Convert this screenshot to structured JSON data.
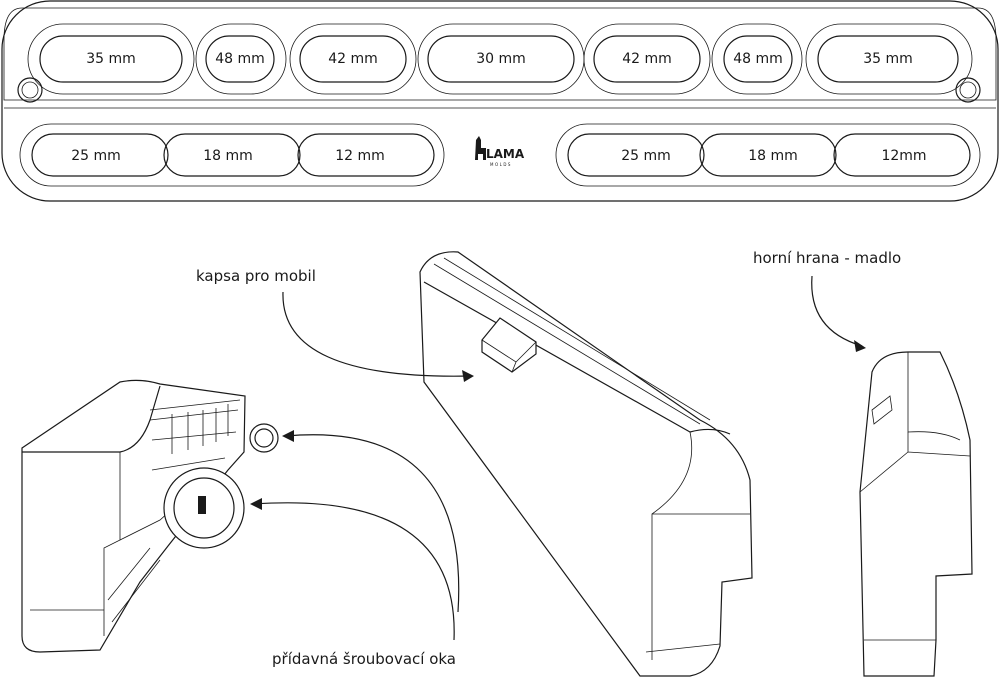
{
  "holder": {
    "top_row": [
      "35 mm",
      "48 mm",
      "42 mm",
      "30 mm",
      "42 mm",
      "48 mm",
      "35 mm"
    ],
    "bottom_left": [
      "25 mm",
      "18 mm",
      "12 mm"
    ],
    "bottom_right": [
      "25 mm",
      "18 mm",
      "12mm"
    ],
    "logo": {
      "main": "LAMA",
      "sub": "MOLDS"
    }
  },
  "callouts": {
    "phone_pocket": "kapsa pro mobil",
    "top_edge": "horní hrana - madlo",
    "screw_eyes": "přídavná šroubovací oka"
  }
}
